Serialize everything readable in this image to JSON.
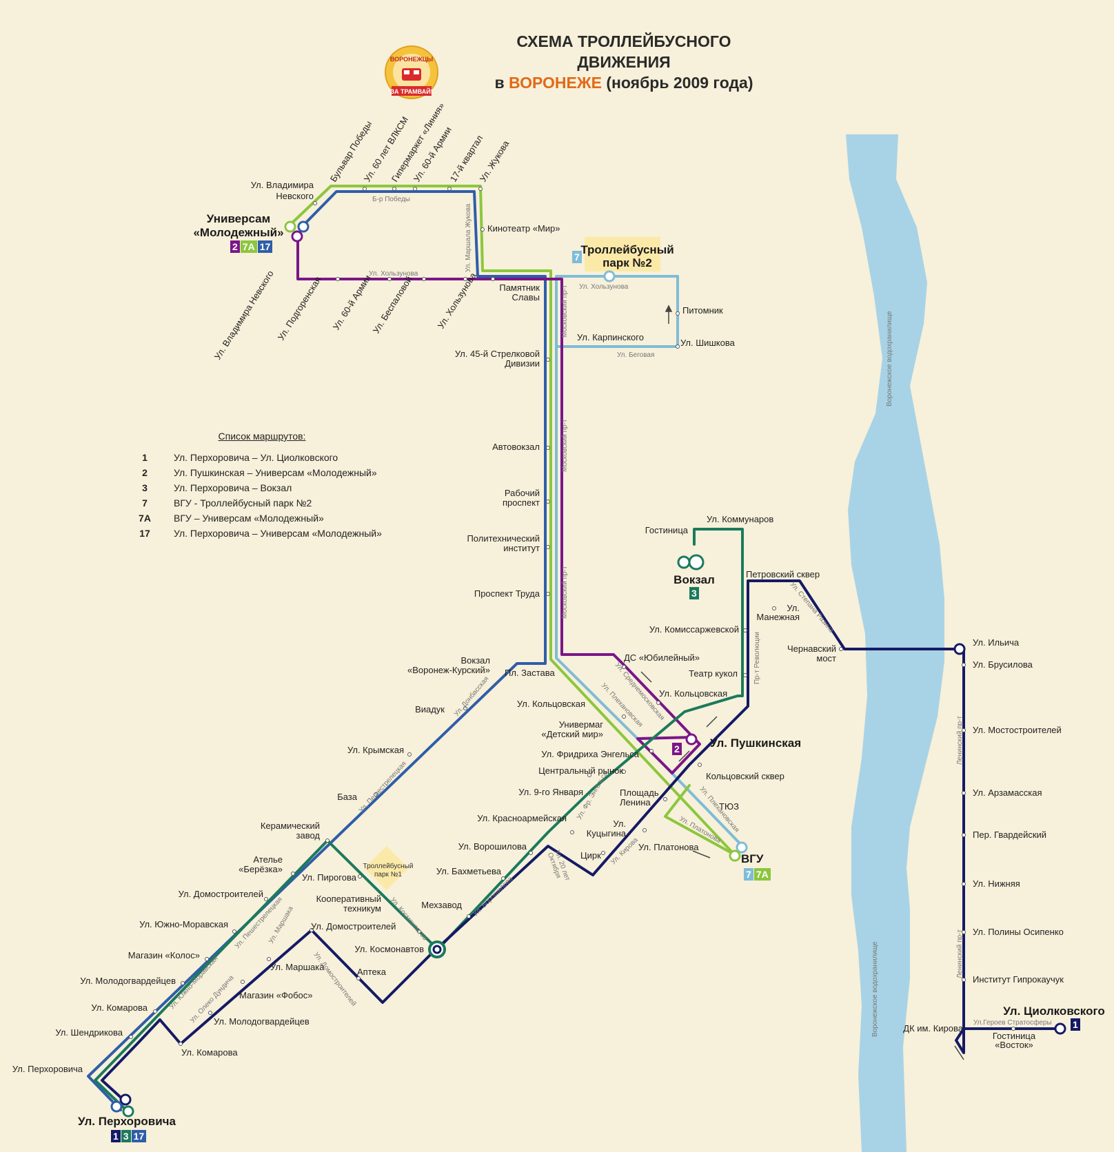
{
  "title": {
    "line1": "СХЕМА ТРОЛЛЕЙБУСНОГО",
    "line2": "ДВИЖЕНИЯ",
    "line3_pre": "в ",
    "line3_city": "ВОРОНЕЖЕ",
    "line3_post": " (ноябрь 2009 года)"
  },
  "logo": {
    "top": "ВОРОНЕЖЦЫ",
    "bottom": "ЗА ТРАМВАЙ!"
  },
  "colors": {
    "r1": "#141a66",
    "r2": "#7a1688",
    "r3": "#1b7a5c",
    "r7": "#7fbcd6",
    "r7a": "#8cc63e",
    "r17": "#2f5ea8",
    "river": "#a8d3e6",
    "bg": "#f7f0da",
    "accent": "#e06a17"
  },
  "legend": {
    "heading": "Список маршрутов:",
    "routes": [
      {
        "num": "1",
        "desc": "Ул. Перхоровича – Ул. Циолковского"
      },
      {
        "num": "2",
        "desc": "Ул. Пушкинская – Универсам «Молодежный»"
      },
      {
        "num": "3",
        "desc": "Ул. Перхоровича – Вокзал"
      },
      {
        "num": "7",
        "desc": "ВГУ - Троллейбусный парк №2"
      },
      {
        "num": "7А",
        "desc": "ВГУ – Универсам «Молодежный»"
      },
      {
        "num": "17",
        "desc": "Ул. Перхоровича – Универсам «Молодежный»"
      }
    ]
  },
  "terminals": {
    "molodezhny": {
      "l1": "Универсам",
      "l2": "«Молодежный»",
      "routes": [
        "2",
        "7А",
        "17"
      ]
    },
    "park2": {
      "l1": "Троллейбусный",
      "l2": "парк №2",
      "routes": [
        "7"
      ]
    },
    "vokzal": {
      "l1": "Вокзал",
      "routes": [
        "3"
      ]
    },
    "pushkinskaya": {
      "l1": "Ул. Пушкинская",
      "routes": [
        "2"
      ]
    },
    "vgu": {
      "l1": "ВГУ",
      "routes": [
        "7",
        "7А"
      ]
    },
    "perhorovicha": {
      "l1": "Ул. Перхоровича",
      "routes": [
        "1",
        "3",
        "17"
      ]
    },
    "tsiolkovskogo": {
      "l1": "Ул. Циолковского",
      "routes": [
        "1"
      ]
    }
  },
  "depot1": {
    "l1": "Троллейбусный",
    "l2": "парк №1"
  },
  "river": {
    "l1": "Воронежское",
    "l2": "водохранилище"
  },
  "stops": {
    "nevskogo_top": {
      "l1": "Ул. Владимира",
      "l2": "Невского"
    },
    "bulvar_pobedy": "Бульвар Победы",
    "vlksm": "Ул. 60 лет ВЛКСМ",
    "liniya": "Гипермаркет «Линия»",
    "armii60_top": "Ул. 60-й Армии",
    "kvartal17": "17-й квартал",
    "zhukova": "Ул. Жукова",
    "mir": "Кинотеатр «Мир»",
    "pamyatnik": {
      "l1": "Памятник",
      "l2": "Славы"
    },
    "nevskogo_bot": "Ул. Владимира Невского",
    "podgorenskaya": "Ул. Подгоренская",
    "armii60_bot": "Ул. 60-й Армии",
    "bespalovoy": "Ул. Беспаловой",
    "holzunova": "Ул. Хользунова",
    "pitomnik": "Питомник",
    "karpinskogo": "Ул. Карпинского",
    "shishkova": "Ул. Шишкова",
    "div45": {
      "l1": "Ул. 45-й Стрелковой",
      "l2": "Дивизии"
    },
    "avtovokzal": "Автовокзал",
    "rabochiy": {
      "l1": "Рабочий",
      "l2": "проспект"
    },
    "politeh": {
      "l1": "Политехнический",
      "l2": "институт"
    },
    "truda": "Проспект Труда",
    "kommunarov": "Ул. Коммунаров",
    "gostinitsa": "Гостиница",
    "petrovsky": "Петровский сквер",
    "manezhnaya": {
      "l1": "Ул.",
      "l2": "Манежная"
    },
    "komissarzh": "Ул. Комиссаржевской",
    "chernavsky": {
      "l1": "Чернавский",
      "l2": "мост"
    },
    "yubileyny": "ДС «Юбилейный»",
    "teatr_kukol": "Театр кукол",
    "koltsovskaya_r": "Ул. Кольцовская",
    "vokzal_kursk": {
      "l1": "Вокзал",
      "l2": "«Воронеж-Курский»"
    },
    "zastava": "Пл. Застава",
    "koltsovskaya_l": "Ул. Кольцовская",
    "univermag": {
      "l1": "Универмаг",
      "l2": "«Детский мир»"
    },
    "engelsa": "Ул. Фридриха Энгельса",
    "tsentr_rynok": "Центральный рынок",
    "koltsovsky_skver": "Кольцовский сквер",
    "yanvarya": "Ул. 9-го Января",
    "ploschad_lenina": {
      "l1": "Площадь",
      "l2": "Ленина"
    },
    "tyuz": "ТЮЗ",
    "krasnoarm": "Ул. Красноармейская",
    "kutsygina": {
      "l1": "Ул.",
      "l2": "Куцыгина"
    },
    "voroshilova": "Ул. Ворошилова",
    "tsirk": "Цирк",
    "platonova": "Ул. Платонова",
    "bahmeteva": "Ул. Бахметьева",
    "mehzavod": "Мехзавод",
    "viaduk": "Виадук",
    "krymskaya": "Ул. Крымская",
    "baza": "База",
    "keram": {
      "l1": "Керамический",
      "l2": "завод"
    },
    "atelie": {
      "l1": "Ателье",
      "l2": "«Берёзка»"
    },
    "pirogova": "Ул. Пирогова",
    "domostr_l": "Ул. Домостроителей",
    "kooperativny": {
      "l1": "Кооперативный",
      "l2": "техникум"
    },
    "domostr_r": "Ул. Домостроителей",
    "kosmonavtov": "Ул. Космонавтов",
    "yuzhno_mor": "Ул. Южно-Моравская",
    "kolos": "Магазин «Колос»",
    "marshaka": "Ул. Маршака",
    "apteka": "Аптека",
    "molodogv_l": "Ул. Молодогвардейцев",
    "fobos": "Магазин «Фобос»",
    "komarova_l": "Ул. Комарова",
    "molodogv_r": "Ул. Молодогвардейцев",
    "shendrikova": "Ул. Шендрикова",
    "komarova_r": "Ул. Комарова",
    "perhorovicha_stop": "Ул. Перхоровича",
    "ilyicha": "Ул. Ильича",
    "brusilova": "Ул. Брусилова",
    "mostostr": "Ул. Мостостроителей",
    "arzamas": "Ул. Арзамасская",
    "gvardeysky": "Пер. Гвардейский",
    "nizhnyaya": "Ул. Нижняя",
    "osipenko": "Ул. Полины Осипенко",
    "giprokauchuk": "Институт Гипрокаучук",
    "dk_kirova": "ДК им. Кирова",
    "vostok": {
      "l1": "Гостиница",
      "l2": "«Восток»"
    }
  },
  "streets": {
    "b_pobedy": "Б-р Победы",
    "holzunova_w": "Ул. Хользунова",
    "holzunova_e": "Ул. Хользунова",
    "marshala": "Ул. Маршала Жукова",
    "moskovsky1": "Московский пр-т",
    "moskovsky2": "Московский пр-т",
    "moskovsky3": "Московский пр-т",
    "begovaya": "Ул. Беговая",
    "st_razina": "Ул. Степана Разина",
    "revolutsii": "Пр-т Революции",
    "srednemosk": "Ул. Среднемосковская",
    "plehan1": "Ул. Плехановская",
    "plehan2": "Ул. Плехановская",
    "platonova_st": "Ул. Платонова",
    "donbasskaya": "Ул. Донбасская",
    "peschan1": "Ул. Пешестрелецкая",
    "peschan2": "Ул. Пешестрелецкая",
    "kosmonavtov_st": "Ул. Космонавтов",
    "voroshilova_st": "Ул. Ворошилова",
    "fr_engelsa": "Ул. Фр. Энгельса",
    "kirova": "Ул. Кирова",
    "oktyabrya": {
      "l1": "Ул. 20 лет",
      "l2": "Октября"
    },
    "yuzhno_st": "Ул. Южно-Моравская",
    "dunaicha": "Ул. Олеко Дундича",
    "marshaka_st": "Ул. Маршака",
    "domostr_st": "Ул. Домостроителей",
    "leninsky1": "Ленинский пр-т",
    "leninsky2": "Ленинский пр-т",
    "stratosfery": "Ул.Героев Стратосферы"
  }
}
